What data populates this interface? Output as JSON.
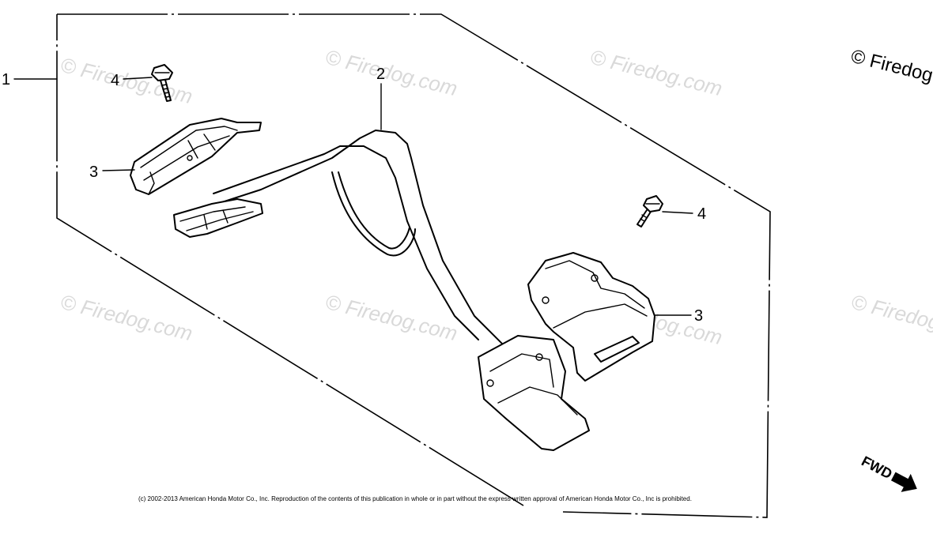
{
  "callouts": [
    {
      "id": "c1",
      "label": "1"
    },
    {
      "id": "c2",
      "label": "2"
    },
    {
      "id": "c3a",
      "label": "3"
    },
    {
      "id": "c3b",
      "label": "3"
    },
    {
      "id": "c4a",
      "label": "4"
    },
    {
      "id": "c4b",
      "label": "4"
    }
  ],
  "watermark": {
    "text": "© Firedog.com",
    "corner_text": "© Firedog"
  },
  "direction_indicator": {
    "label": "FWD"
  },
  "copyright_notice": "(c) 2002-2013 American Honda Motor Co., Inc. Reproduction of the contents of this publication in whole or in part without the express written approval of American Honda Motor Co., Inc is prohibited."
}
